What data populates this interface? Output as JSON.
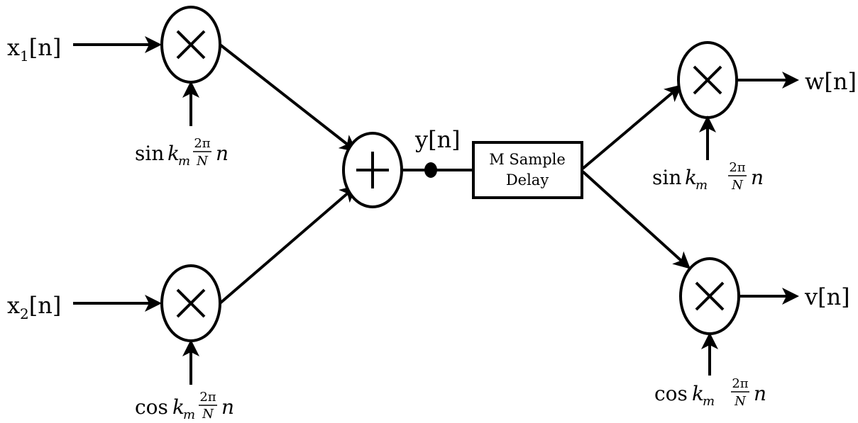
{
  "inputs": {
    "x1": {
      "base": "x",
      "sub": "1",
      "rest": "[n]"
    },
    "x2": {
      "base": "x",
      "sub": "2",
      "rest": "[n]"
    }
  },
  "outputs": {
    "w": "w[n]",
    "v": "v[n]"
  },
  "sum_output": "y[n]",
  "delay_block": {
    "line1": "M Sample",
    "line2": "Delay"
  },
  "carriers": {
    "sin": {
      "fn": "sin",
      "var": "k",
      "sub": "m",
      "num": "2π",
      "den": "N",
      "tail": "n"
    },
    "cos": {
      "fn": "cos",
      "var": "k",
      "sub": "m",
      "num": "2π",
      "den": "N",
      "tail": "n"
    }
  },
  "operators": {
    "multiply_symbol": "×",
    "sum_symbol": "+"
  }
}
